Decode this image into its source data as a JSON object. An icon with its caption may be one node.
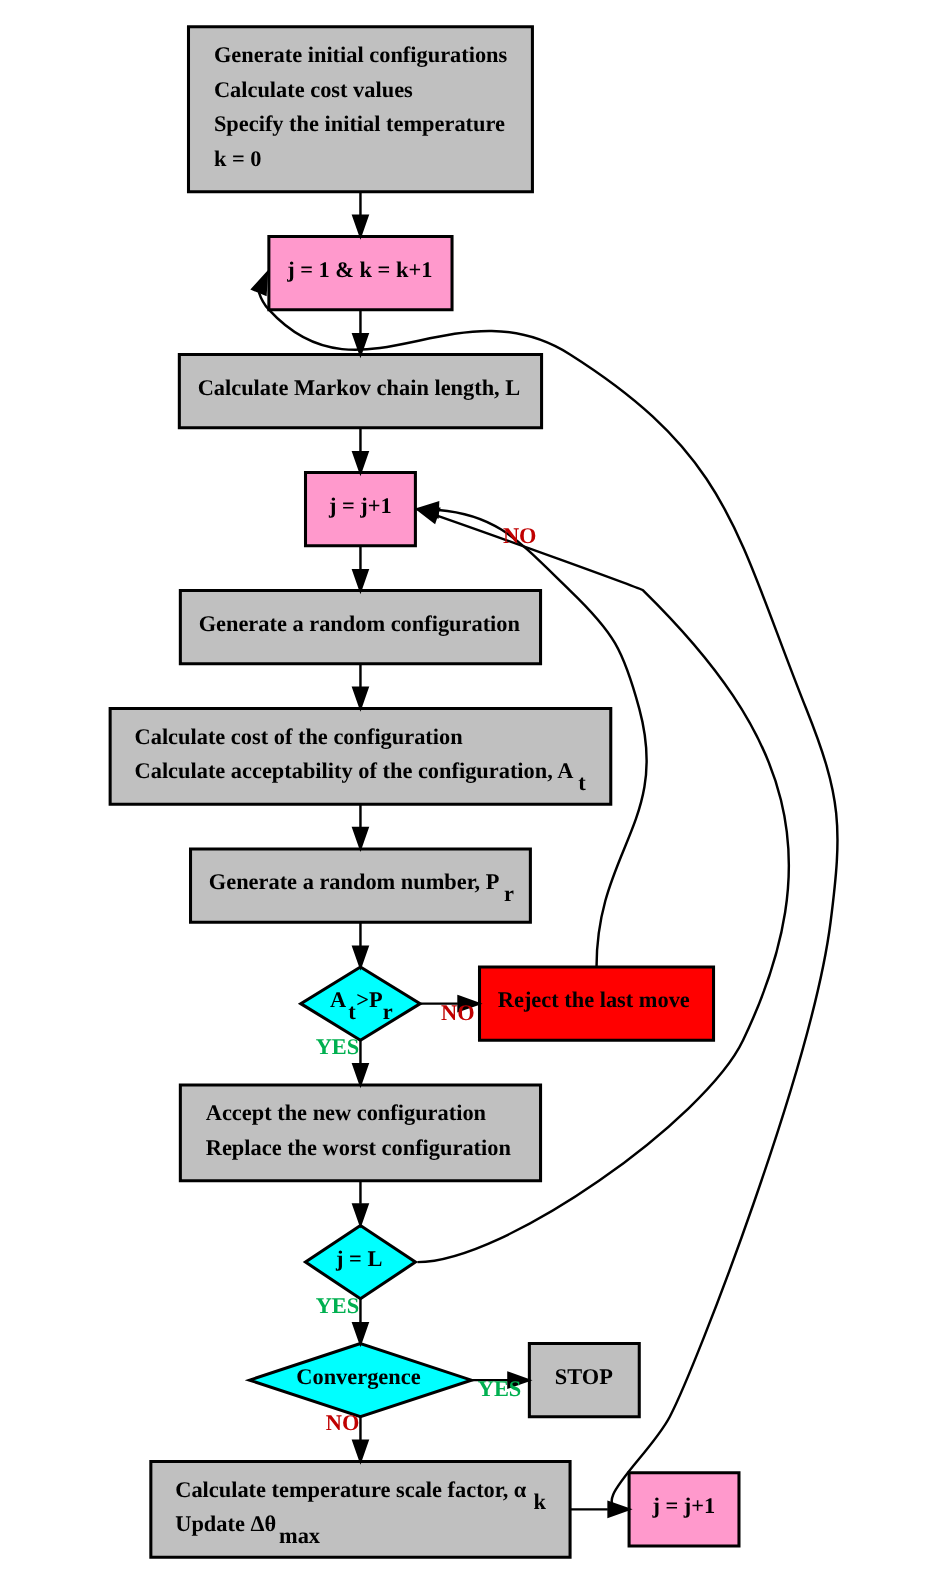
{
  "diagram": {
    "nodes": [
      {
        "text": [
          "Generate initial configurations",
          "Calculate cost values",
          "Specify the initial temperature",
          "k = 0"
        ]
      },
      {
        "text": [
          "j = 1 & k = k+1"
        ]
      },
      {
        "text": [
          "Calculate Markov chain length, L"
        ]
      },
      {
        "text": [
          "j = j+1"
        ]
      },
      {
        "text": [
          "Generate a random configuration"
        ]
      },
      {
        "text": [
          "Calculate cost of the configuration",
          "Calculate acceptability of the configuration, A$_{t}$"
        ]
      },
      {
        "text": [
          "Generate a random number, P$_{r}$"
        ]
      },
      {
        "text": [
          "A$_{t}$>P$_{r}$"
        ]
      },
      {
        "text": [
          "Reject the last move"
        ]
      },
      {
        "text": [
          "Accept the new configuration",
          "Replace the worst configuration"
        ]
      },
      {
        "text": [
          "j = L"
        ]
      },
      {
        "text": [
          "Convergence"
        ]
      },
      {
        "text": [
          "STOP"
        ]
      },
      {
        "text": [
          "Calculate temperature scale factor, α$_{k}$",
          "Update Δθ$_{max}$"
        ]
      },
      {
        "text": [
          "j = j+1"
        ]
      }
    ],
    "edges": [
      {
        "from": 0,
        "to": 1,
        "arrow": "to"
      },
      {
        "from": 1,
        "to": 2,
        "arrow": "to"
      },
      {
        "from": 2,
        "to": 3,
        "arrow": "to"
      },
      {
        "from": 3,
        "to": 4,
        "arrow": "to"
      },
      {
        "from": 4,
        "to": 5,
        "arrow": "to"
      },
      {
        "from": 5,
        "to": 6,
        "arrow": "to"
      },
      {
        "from": 6,
        "to": 7,
        "arrow": "to"
      },
      {
        "from": 7,
        "to": 8,
        "arrow": "to",
        "label": "NO"
      },
      {
        "from": 8,
        "to": 3,
        "arrow": "to"
      },
      {
        "from": 7,
        "to": 9,
        "arrow": "to",
        "label": "YES"
      },
      {
        "from": 9,
        "to": 10,
        "arrow": "to"
      },
      {
        "from": 10,
        "to": 3,
        "arrow": "to",
        "label": "NO"
      },
      {
        "from": 10,
        "to": 11,
        "arrow": "to",
        "label": "YES"
      },
      {
        "from": 11,
        "to": 12,
        "arrow": "to",
        "label": "YES"
      },
      {
        "from": 11,
        "to": 13,
        "arrow": "to",
        "label": "NO"
      },
      {
        "from": 13,
        "to": 14,
        "arrow": "to"
      },
      {
        "from": 14,
        "to": 1,
        "arrow": "to"
      }
    ]
  }
}
